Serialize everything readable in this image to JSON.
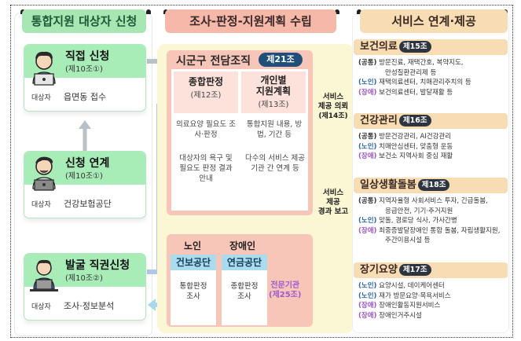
{
  "columns": {
    "apply": "통합지원 대상자 신청",
    "survey": "조사-판정-지원계획 수립",
    "service": "서비스 연계·제공"
  },
  "apply_cards": [
    {
      "title": "직접 신청",
      "article": "(제10조①)",
      "target_label": "대상자",
      "target_value": "읍면동 접수"
    },
    {
      "title": "신청 연계",
      "article": "(제10조①)",
      "target_label": "대상자",
      "target_value": "건강보험공단"
    },
    {
      "title": "발굴 직권신청",
      "article": "(제10조②)",
      "target_label": "대상자",
      "target_value": "조사·정보분석"
    }
  ],
  "org": {
    "title": "시군구 전담조직",
    "badge": "제21조",
    "judgment": {
      "title": "종합판정",
      "article": "(제12조)",
      "items": [
        "의료요양 필요도 조사·판정",
        "대상자의 욕구 및 필요도 판정 결과 안내"
      ]
    },
    "plan": {
      "title_line1": "개인별",
      "title_line2": "지원계획",
      "article": "(제13조)",
      "items": [
        "통합지원 내용, 방법, 기간 등",
        "다수의 서비스 제공기관 간 연계 등"
      ]
    }
  },
  "agencies": {
    "elderly_label": "노인",
    "disabled_label": "장애인",
    "nhis": {
      "title": "건보공단",
      "body_line1": "통합판정",
      "body_line2": "조사"
    },
    "nps": {
      "title": "연금공단",
      "body_line1": "종합판정",
      "body_line2": "조사"
    },
    "expert_line1": "전문기관",
    "expert_line2": "(제25조)"
  },
  "service_arrows": {
    "request": [
      "서비스",
      "제공 의뢰",
      "(제14조)"
    ],
    "report": [
      "서비스",
      "제공",
      "경과 보고"
    ]
  },
  "services": [
    {
      "title": "보건의료",
      "badge": "제15조",
      "items": [
        {
          "tag": "(공통)",
          "type": "c",
          "text": "방문진료, 재택간호, 복약지도,",
          "cont": "만성질환관리제 등"
        },
        {
          "tag": "(노인)",
          "type": "o",
          "text": "재택의료센터, 치매관리주치의 등"
        },
        {
          "tag": "(장애)",
          "type": "d",
          "text": "보건의료센터, 발달재활 등"
        }
      ]
    },
    {
      "title": "건강관리",
      "badge": "제16조",
      "items": [
        {
          "tag": "(공통)",
          "type": "c",
          "text": "방문건강관리, AI건강관리"
        },
        {
          "tag": "(노인)",
          "type": "o",
          "text": "치매안심센터, 맞춤형 운동"
        },
        {
          "tag": "(장애)",
          "type": "d",
          "text": "보건소 지역사회 중심 재활"
        }
      ]
    },
    {
      "title": "일상생활돌봄",
      "badge": "제18조",
      "items": [
        {
          "tag": "(공통)",
          "type": "c",
          "text": "지역자율형 사회서비스 투자, 긴급돌봄,",
          "cont": "응급안전, 기기·주거지원"
        },
        {
          "tag": "(노인)",
          "type": "o",
          "text": "맞돌, 경로당 식사, 가사간병"
        },
        {
          "tag": "(장애)",
          "type": "d",
          "text": "최중증발달장애인 통합 돌봄, 자립생활지원,",
          "cont": "주간이용시설 등"
        }
      ]
    },
    {
      "title": "장기요양",
      "badge": "제17조",
      "items": [
        {
          "tag": "(노인)",
          "type": "o",
          "text": "요양시설, 데이케어센터"
        },
        {
          "tag": "(노인)",
          "type": "o",
          "text": "재가 방문요양·목욕서비스"
        },
        {
          "tag": "(장애)",
          "type": "d",
          "text": "장애인활동지원서비스"
        },
        {
          "tag": "(장애)",
          "type": "d",
          "text": "장애인거주시설"
        }
      ]
    }
  ],
  "colors": {
    "green": "#a8ecb8",
    "salmon": "#f8c6b8",
    "peach": "#f8dcb4",
    "navy": "#1f4f7a",
    "blue_tag": "#2a62b0",
    "purple_tag": "#9b55cc"
  }
}
